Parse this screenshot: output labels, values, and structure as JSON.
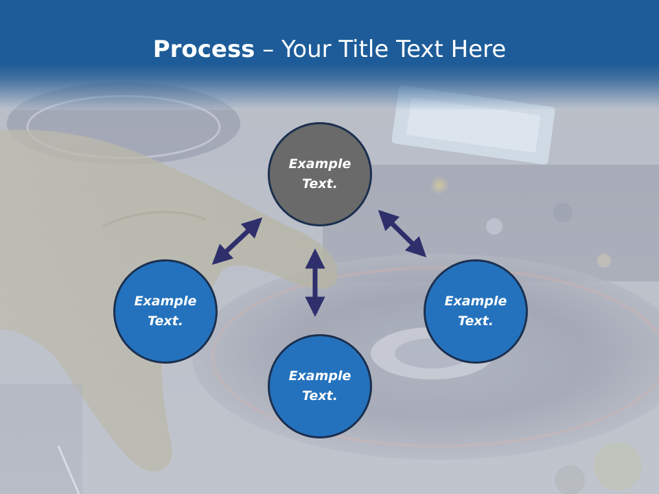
{
  "slide": {
    "title_bold": "Process",
    "title_rest": " – Your Title Text Here"
  },
  "diagram": {
    "nodes": [
      {
        "id": "center",
        "text": "Example Text."
      },
      {
        "id": "left",
        "text": "Example Text."
      },
      {
        "id": "right",
        "text": "Example Text."
      },
      {
        "id": "bottom",
        "text": "Example Text."
      }
    ],
    "connectors": [
      {
        "from": "center",
        "to": "left",
        "style": "double-arrow"
      },
      {
        "from": "center",
        "to": "right",
        "style": "double-arrow"
      },
      {
        "from": "center",
        "to": "bottom",
        "style": "double-arrow"
      }
    ]
  },
  "colors": {
    "title_band": "#1d5c99",
    "title_text": "#ffffff",
    "center_node": "#6a6a6a",
    "outer_node": "#2472bd",
    "node_border": "#1b2f4f",
    "arrow": "#2e2f6b"
  }
}
